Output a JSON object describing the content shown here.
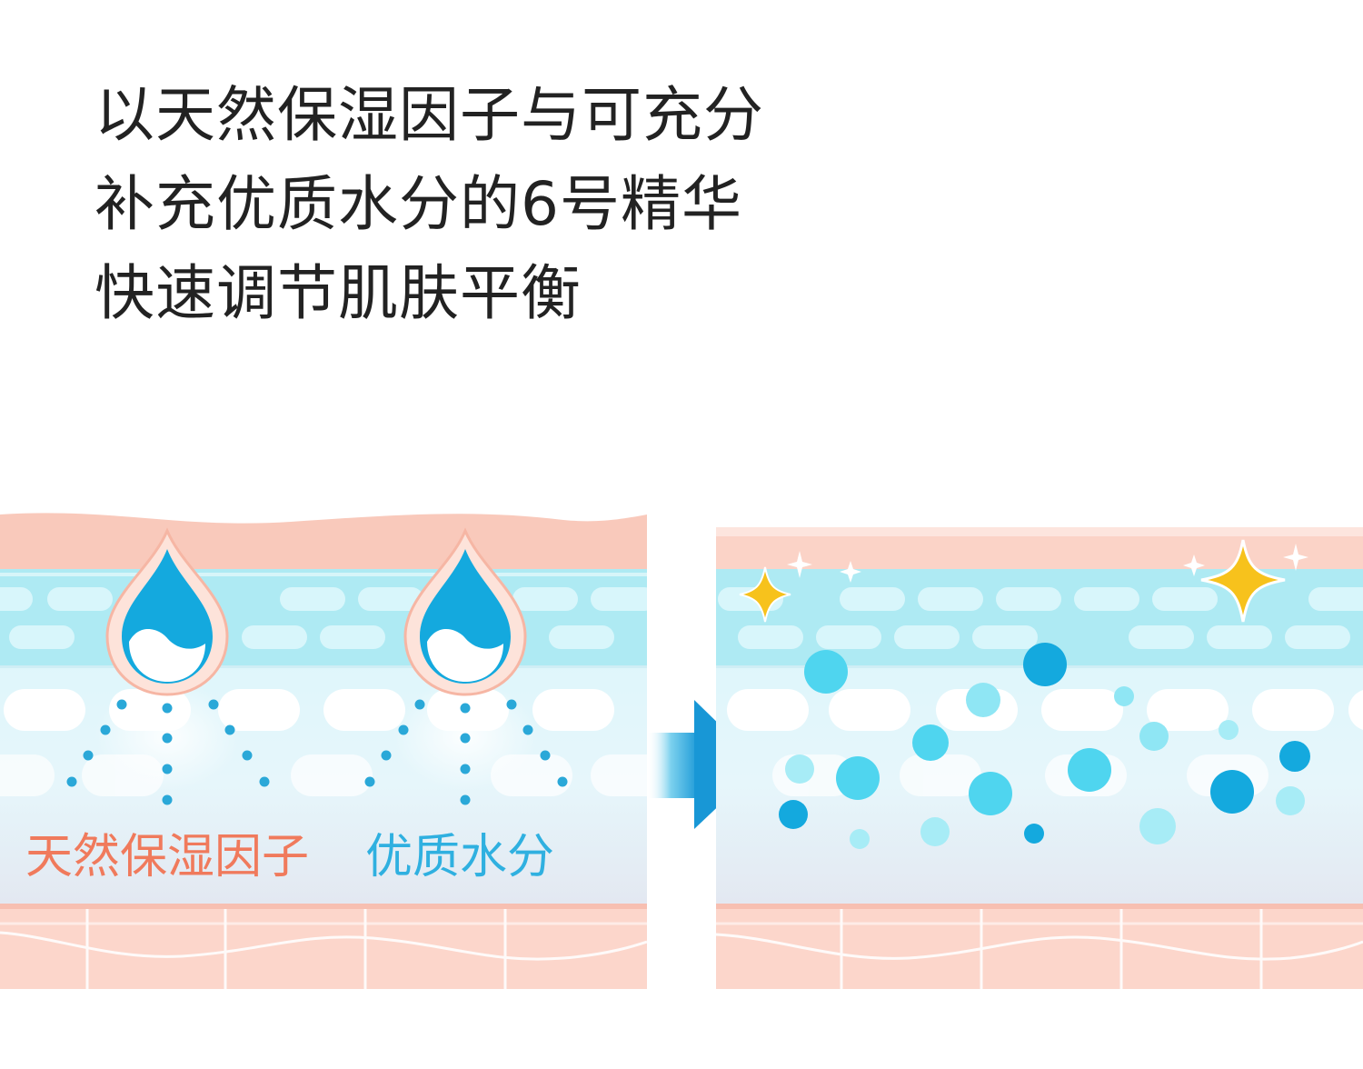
{
  "headline": {
    "lines": [
      "以天然保湿因子与可充分",
      "补充优质水分的6号精华",
      "快速调节肌肤平衡"
    ]
  },
  "labels": {
    "moisturizing_factor": "天然保湿因子",
    "quality_water": "优质水分"
  },
  "icons": [
    "water-drop-icon",
    "water-drop-icon",
    "arrow-right-icon",
    "sparkle-icon",
    "sparkle-icon"
  ],
  "colors": {
    "skin_pink": "#f9c9bb",
    "skin_light": "#fde3da",
    "layer_blue": "#aeeaf3",
    "drop_blue": "#14a9de",
    "label_orange": "#f07a5c",
    "label_blue": "#2fb0e0",
    "sparkle_gold": "#f7c21c",
    "text_dark": "#222222"
  }
}
